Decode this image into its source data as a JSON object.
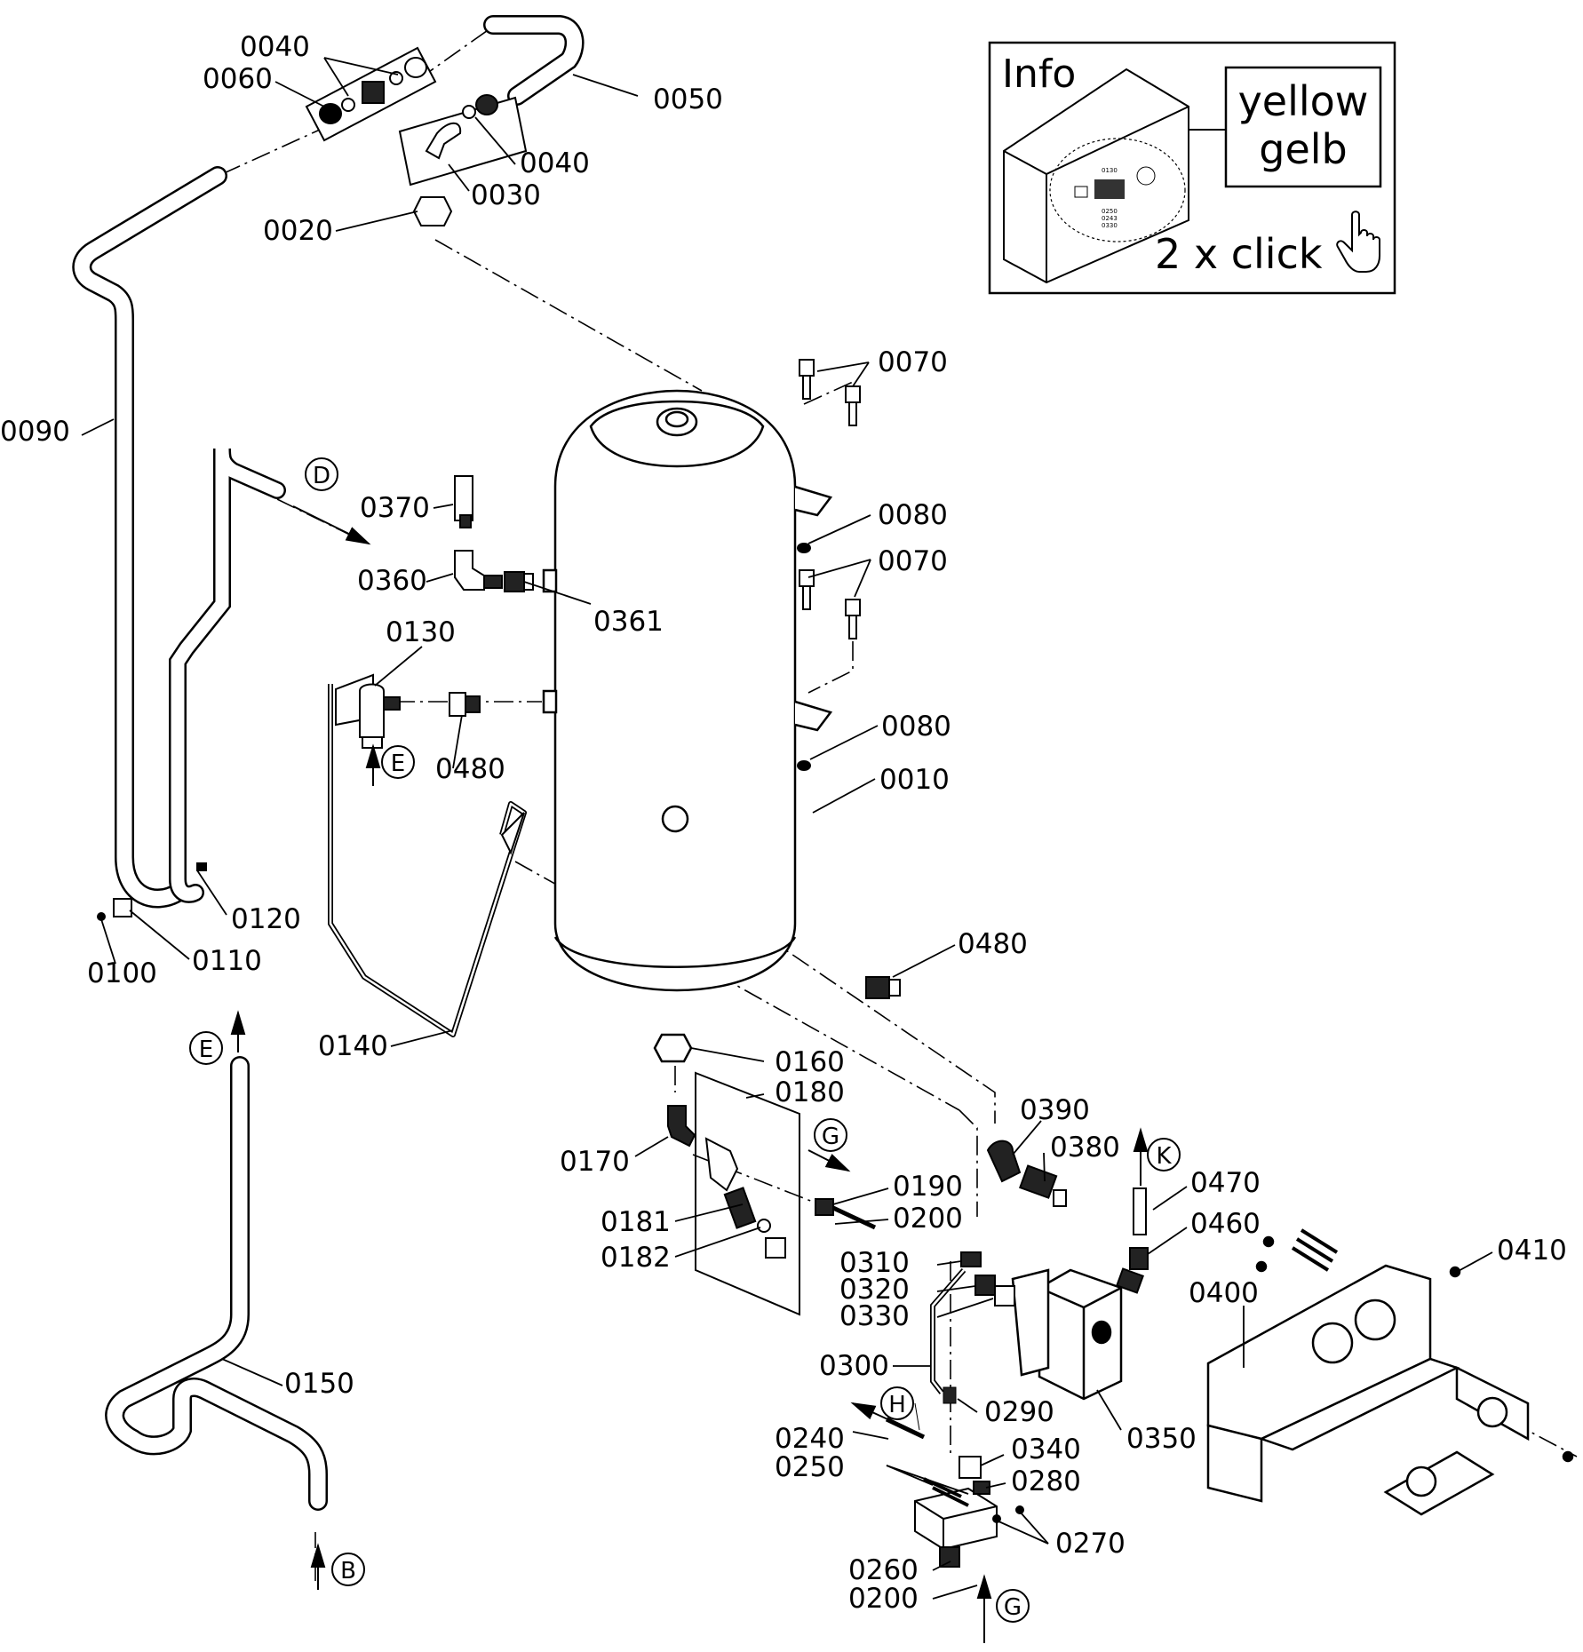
{
  "parts": [
    "0040",
    "0060",
    "0050",
    "0040",
    "0030",
    "0020",
    "0090",
    "0070",
    "0370",
    "0080",
    "0360",
    "0361",
    "0070",
    "0130",
    "0080",
    "0480",
    "0010",
    "0120",
    "0110",
    "0100",
    "0480",
    "0140",
    "0160",
    "0180",
    "0390",
    "0380",
    "0170",
    "0190",
    "0200",
    "0470",
    "0181",
    "0460",
    "0182",
    "0410",
    "0310",
    "0320",
    "0400",
    "0330",
    "0300",
    "0150",
    "0290",
    "0350",
    "0240",
    "0340",
    "0250",
    "0280",
    "0270",
    "0260",
    "0200"
  ],
  "markers": [
    "D",
    "E",
    "E",
    "G",
    "K",
    "H",
    "B",
    "G"
  ],
  "info": {
    "title": "Info",
    "color_en": "yellow",
    "color_de": "gelb",
    "action": "2 x click",
    "thumb_labels": [
      "0130",
      "0250",
      "0243",
      "0330"
    ]
  },
  "icons": [
    "hand-pointer-icon"
  ]
}
